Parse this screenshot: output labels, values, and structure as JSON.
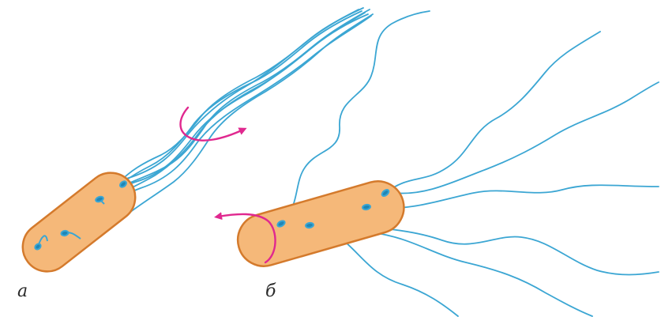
{
  "panels": [
    {
      "id": "a",
      "label": "а"
    },
    {
      "id": "b",
      "label": "б"
    }
  ],
  "colors": {
    "cell_fill": "#f5b879",
    "cell_stroke": "#d47a2c",
    "flagellum": "#3ba6d3",
    "flagellum_dark": "#1f86b6",
    "rotation_arrow": "#e0288f"
  },
  "icons": [
    "rotation-arrow-icon"
  ]
}
